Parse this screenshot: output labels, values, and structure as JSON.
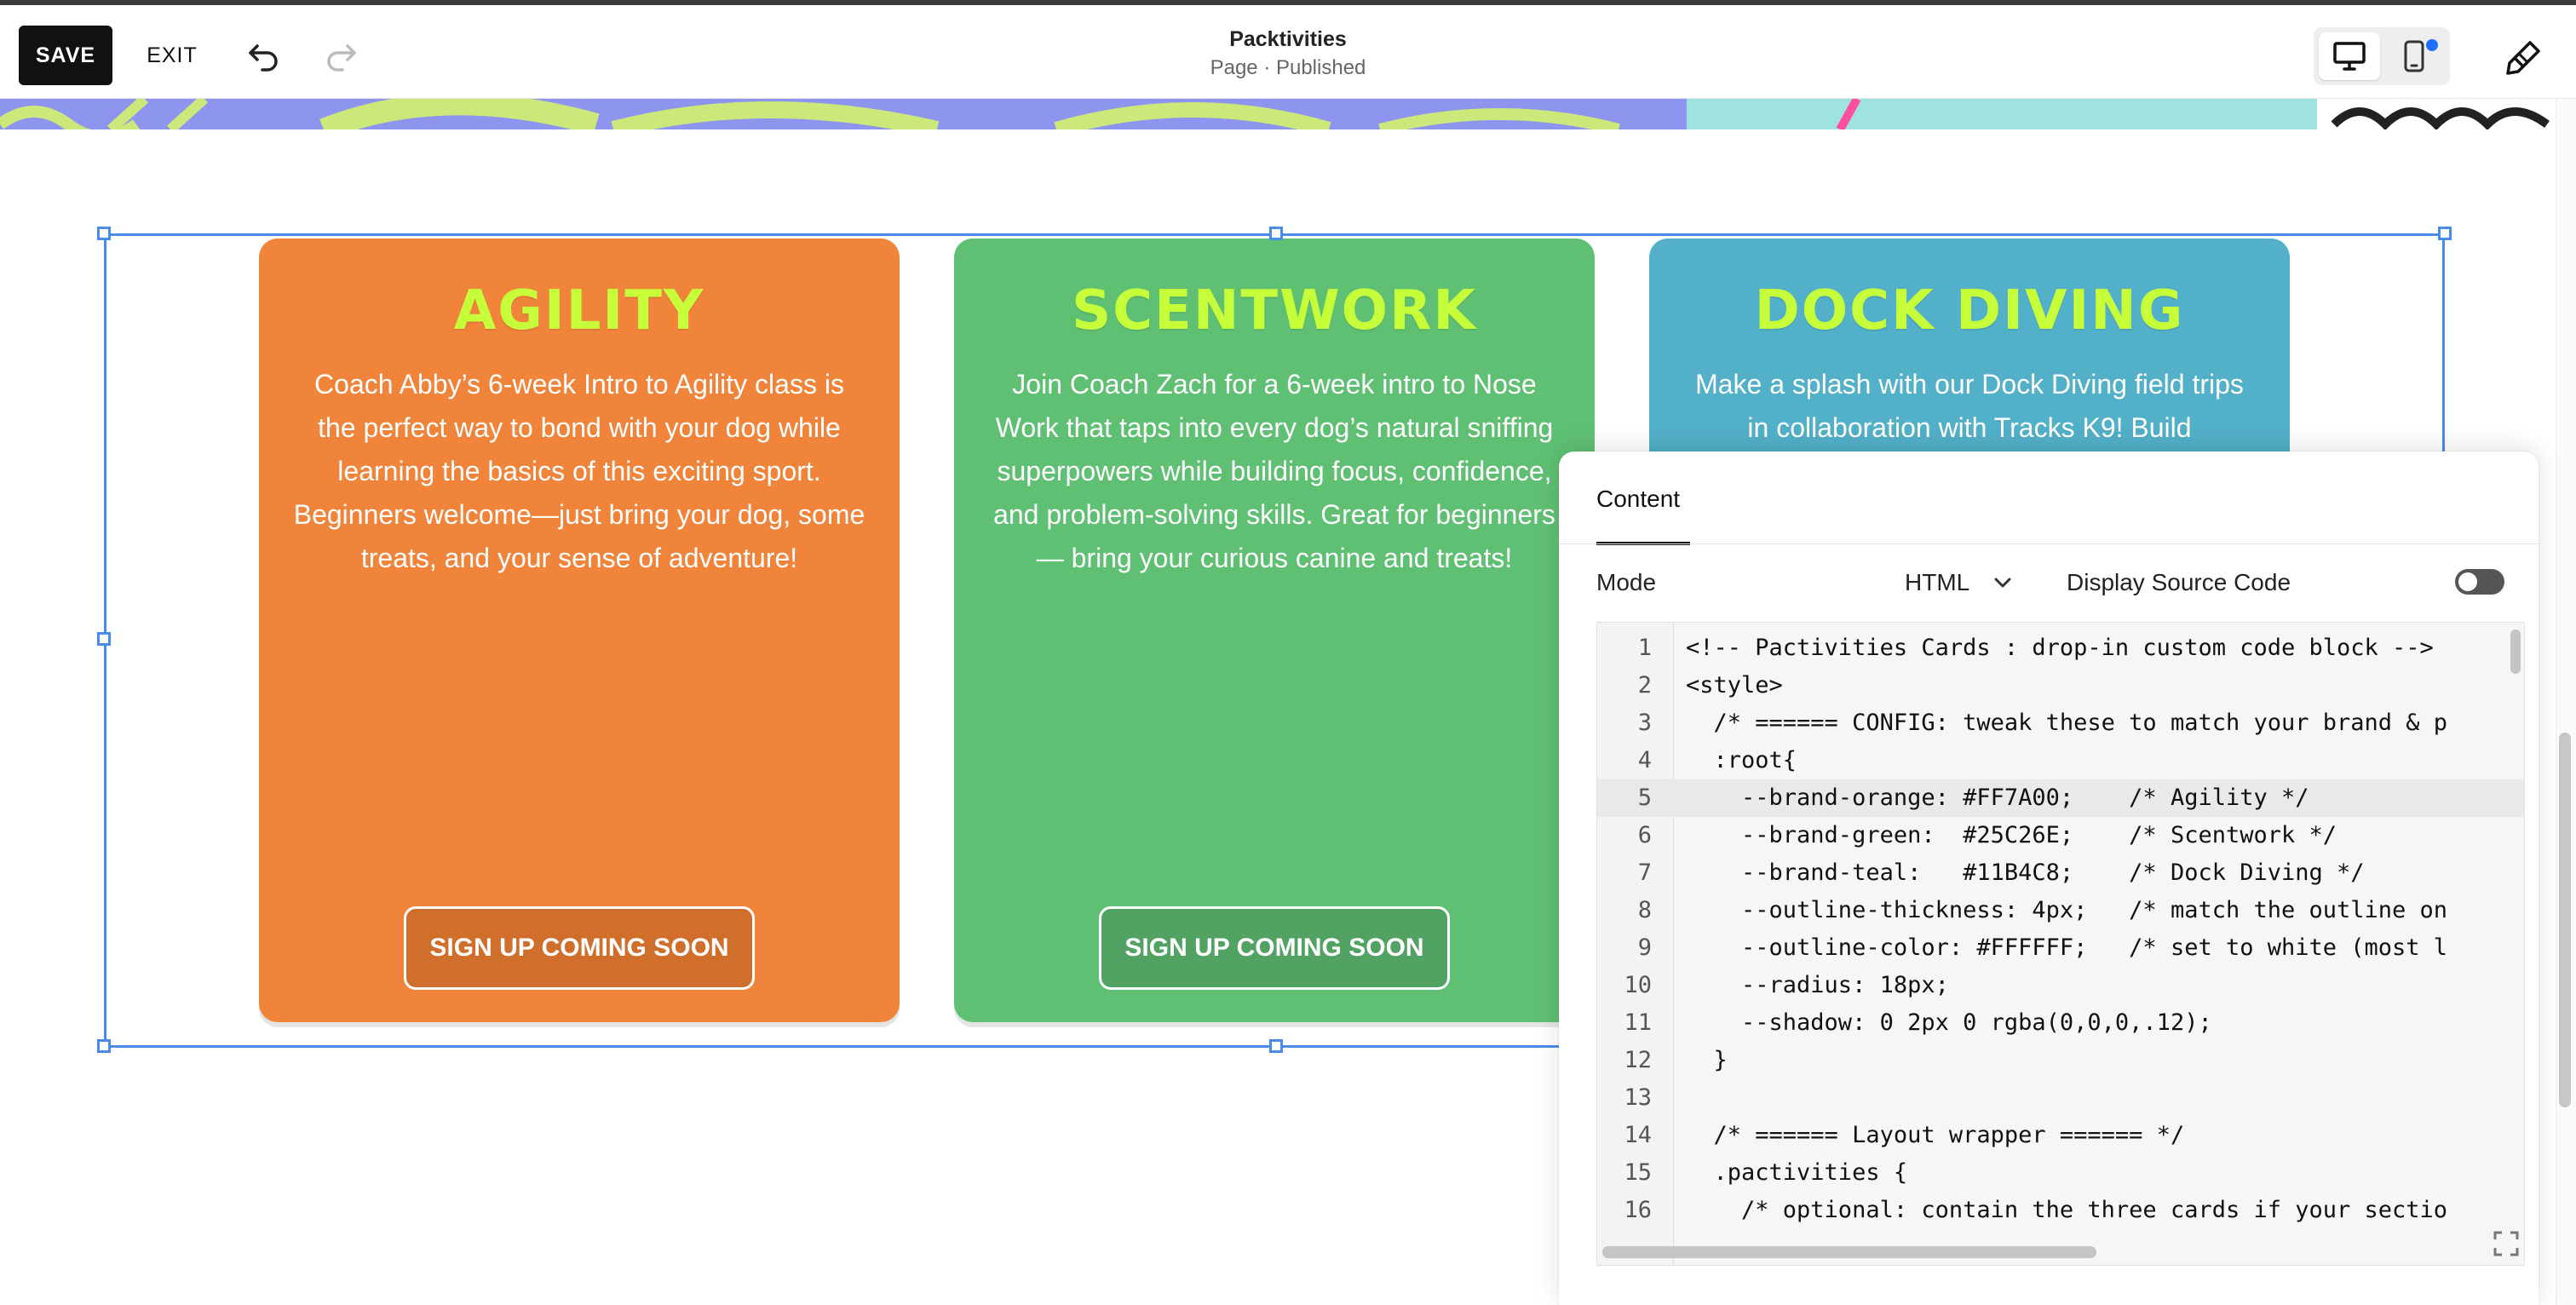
{
  "toolbar": {
    "save_label": "SAVE",
    "exit_label": "EXIT",
    "undo_icon": "undo-icon",
    "redo_icon": "redo-icon",
    "site_title": "Packtivities",
    "page_status": "Page · Published",
    "desktop_icon": "desktop-icon",
    "mobile_icon": "mobile-icon",
    "design_icon": "paintbrush-icon"
  },
  "cards": [
    {
      "title": "AGILITY",
      "body": "Coach Abby’s 6-week Intro to Agility class is the perfect way to bond with your dog while learning the basics of this exciting sport. Beginners welcome—just bring your dog, some treats, and your sense of adventure!",
      "cta": "SIGN UP COMING SOON",
      "color": "#F0843A",
      "cta_bg": "#D06E2C"
    },
    {
      "title": "SCENTWORK",
      "body": "Join Coach Zach for a 6-week intro to Nose Work that taps into every dog’s natural sniffing superpowers while building focus, confidence, and problem-solving skills. Great for beginners— bring your curious canine and treats!",
      "cta": "SIGN UP COMING SOON",
      "color": "#5FC073",
      "cta_bg": "#52A263"
    },
    {
      "title": "DOCK DIVING",
      "body": "Make a splash with our Dock Diving field trips in collaboration with Tracks K9! Build",
      "cta": "",
      "color": "#52B0C8",
      "cta_bg": "#4699AE"
    }
  ],
  "panel": {
    "tab": "Content",
    "mode_label": "Mode",
    "mode_value": "HTML",
    "source_label": "Display Source Code",
    "source_enabled": false,
    "code_lines": [
      {
        "n": "1",
        "text": "<!-- Pactivities Cards : drop-in custom code block -->"
      },
      {
        "n": "2",
        "text": "<style>"
      },
      {
        "n": "3",
        "text": "  /* ====== CONFIG: tweak these to match your brand & p"
      },
      {
        "n": "4",
        "text": "  :root{"
      },
      {
        "n": "5",
        "text": "    --brand-orange: #FF7A00;    /* Agility */"
      },
      {
        "n": "6",
        "text": "    --brand-green:  #25C26E;    /* Scentwork */"
      },
      {
        "n": "7",
        "text": "    --brand-teal:   #11B4C8;    /* Dock Diving */"
      },
      {
        "n": "8",
        "text": "    --outline-thickness: 4px;   /* match the outline on"
      },
      {
        "n": "9",
        "text": "    --outline-color: #FFFFFF;   /* set to white (most l"
      },
      {
        "n": "10",
        "text": "    --radius: 18px;"
      },
      {
        "n": "11",
        "text": "    --shadow: 0 2px 0 rgba(0,0,0,.12);"
      },
      {
        "n": "12",
        "text": "  }"
      },
      {
        "n": "13",
        "text": ""
      },
      {
        "n": "14",
        "text": "  /* ====== Layout wrapper ====== */"
      },
      {
        "n": "15",
        "text": "  .pactivities {"
      },
      {
        "n": "16",
        "text": "    /* optional: contain the three cards if your sectio"
      }
    ],
    "active_line": "5"
  },
  "colors": {
    "selection": "#4A8BEA",
    "title_lime": "#C6FF3A"
  }
}
